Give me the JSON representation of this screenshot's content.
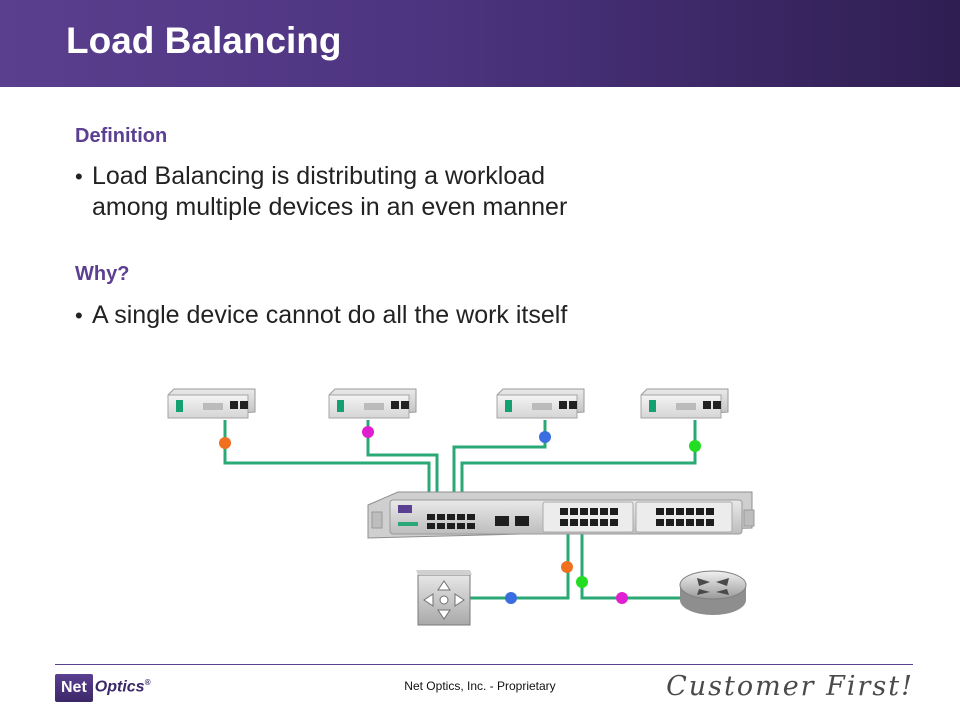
{
  "header": {
    "title": "Load Balancing",
    "background": "#4d3480"
  },
  "sections": [
    {
      "heading": "Definition",
      "bullets": [
        {
          "line1": "Load Balancing is distributing a workload",
          "line2": "among multiple devices in an even manner"
        }
      ]
    },
    {
      "heading": "Why?",
      "bullets": [
        {
          "line1": "A single device cannot do all the work itself"
        }
      ]
    }
  ],
  "diagram": {
    "colors": {
      "orange": "#f07020",
      "magenta": "#e020d0",
      "blue": "#3a6de0",
      "green": "#22dd22",
      "link": "#2aa876"
    },
    "devices": [
      {
        "name": "appliance-1",
        "dot": "orange"
      },
      {
        "name": "appliance-2",
        "dot": "magenta"
      },
      {
        "name": "appliance-3",
        "dot": "blue"
      },
      {
        "name": "appliance-4",
        "dot": "green"
      }
    ],
    "central_device": "load-balancing-switch",
    "endpoints": [
      {
        "name": "switch-icon",
        "dot": "blue"
      },
      {
        "name": "router-icon",
        "dot": "magenta"
      }
    ]
  },
  "footer": {
    "company": "Net Optics, Inc. - Proprietary",
    "logo_box": "Net",
    "logo_rest": "Optics",
    "logo_mark": "®",
    "tagline": "Customer First!"
  }
}
